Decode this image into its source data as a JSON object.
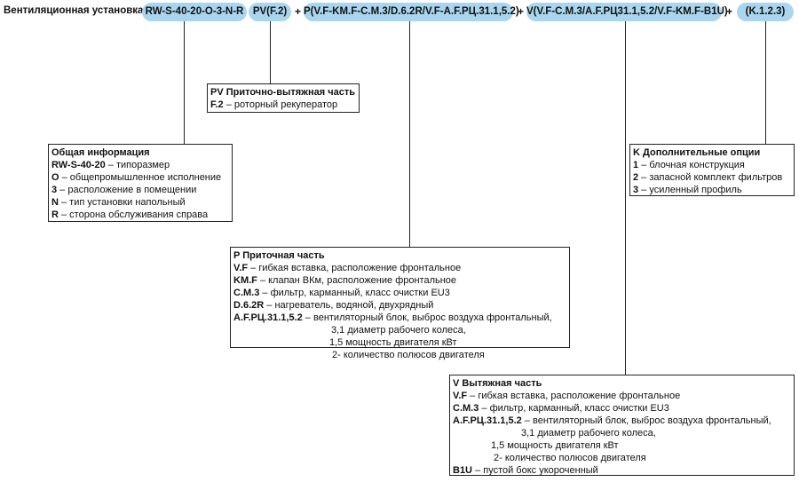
{
  "title": "Вентиляционная установка",
  "pills": {
    "base": "RW-S-40-20-O-3-N-R",
    "pv": "PV(F.2)",
    "p": "P(V.F-KM.F-C.M.3/D.6.2R/V.F-A.F.РЦ.31.1,5.2)",
    "v": "V(V.F-C.M.3/A.F.РЦ31.1,5.2/V.F-KM.F-B1U)",
    "k": "(K.1.2.3)"
  },
  "separators": {
    "s1": "-",
    "s2": "+",
    "s3": "+",
    "s4": "+"
  },
  "boxes": {
    "general": {
      "header": "Общая информация",
      "rows": [
        {
          "code": "RW-S-40-20",
          "text": " – типоразмер"
        },
        {
          "code": "O",
          "text": " – общепромышленное исполнение"
        },
        {
          "code": "3",
          "text": " – расположение в помещении"
        },
        {
          "code": "N",
          "text": " – тип установки напольный"
        },
        {
          "code": "R",
          "text": " – сторона обслуживания справа"
        }
      ]
    },
    "pv": {
      "header": "PV Приточно-вытяжная часть",
      "rows": [
        {
          "code": "F.2",
          "text": " – роторный рекуператор"
        }
      ]
    },
    "p": {
      "header": "P Приточная часть",
      "rows": [
        {
          "code": "V.F",
          "text": " – гибкая вставка, расположение фронтальное"
        },
        {
          "code": "KM.F",
          "text": " – клапан ВКм, расположение фронтальное"
        },
        {
          "code": "C.M.3",
          "text": " – фильтр, карманный, класс очистки EU3"
        },
        {
          "code": "D.6.2R",
          "text": " – нагреватель, водяной, двухрядный"
        },
        {
          "code": "A.F.РЦ.31.1,5.2",
          "text": " – вентиляторный блок, выброс воздуха фронтальный,"
        }
      ],
      "cont": [
        "3,1 диаметр рабочего колеса,",
        "1,5 мощность двигателя кВт",
        "2- количество полюсов двигателя"
      ]
    },
    "v": {
      "header": "V Вытяжная часть",
      "rows": [
        {
          "code": "V.F",
          "text": " – гибкая вставка, расположение фронтальное"
        },
        {
          "code": "C.M.3",
          "text": " – фильтр, карманный, класс очистки EU3"
        },
        {
          "code": "A.F.РЦ.31.1,5.2",
          "text": " – вентиляторный блок, выброс воздуха фронтальный,"
        }
      ],
      "cont": [
        "3,1 диаметр рабочего колеса,",
        "1,5 мощность двигателя кВт",
        "2- количество полюсов двигателя"
      ],
      "last": {
        "code": "B1U",
        "text": " – пустой бокс укороченный"
      }
    },
    "k": {
      "header": "K Дополнительные опции",
      "rows": [
        {
          "code": "1",
          "text": " – блочная конструкция"
        },
        {
          "code": "2",
          "text": " – запасной комплект фильтров"
        },
        {
          "code": "3",
          "text": " – усиленный профиль"
        }
      ]
    }
  }
}
